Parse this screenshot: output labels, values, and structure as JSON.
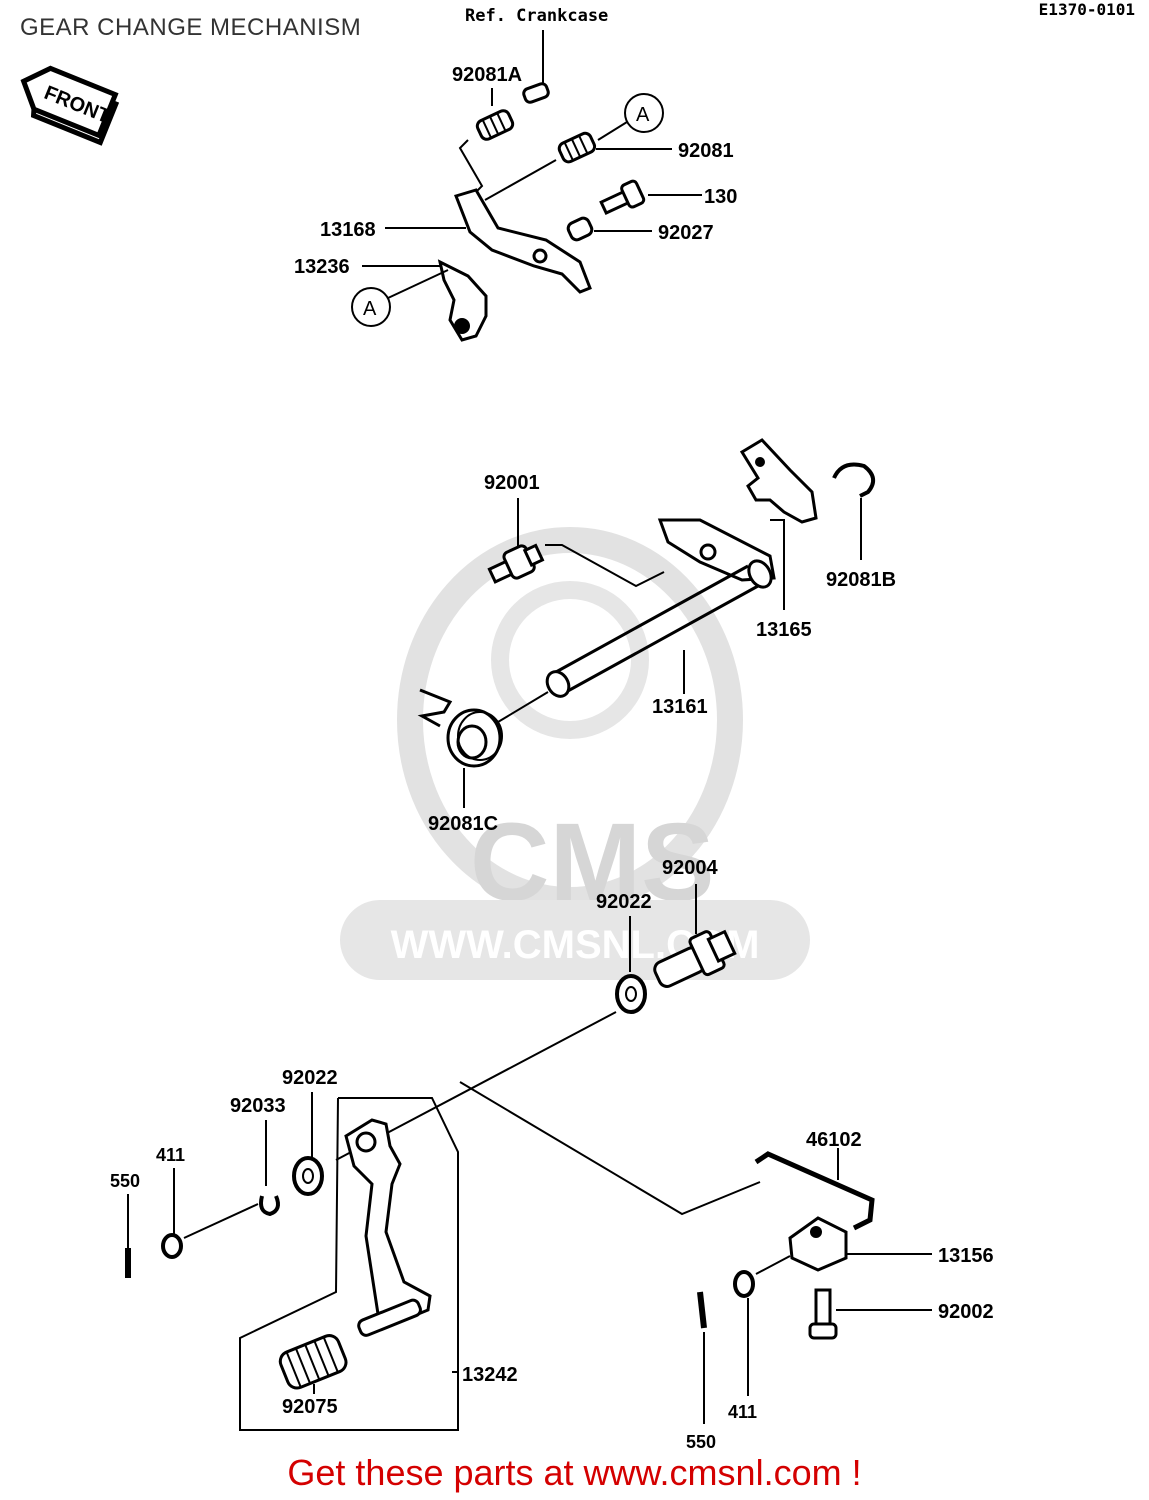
{
  "title": "GEAR CHANGE MECHANISM",
  "diagram_code": "E1370-0101",
  "ref_note": "Ref. Crankcase",
  "front_label": "FRONT",
  "callout_letter": "A",
  "watermark": {
    "brand": "CMS",
    "url": "WWW.CMSNL.COM"
  },
  "footer": "Get these parts at www.cmsnl.com !",
  "parts": {
    "p92081A": "92081A",
    "p92081": "92081",
    "p130": "130",
    "p92027": "92027",
    "p13168": "13168",
    "p13236": "13236",
    "p92001": "92001",
    "p92081B": "92081B",
    "p13165": "13165",
    "p13161": "13161",
    "p92081C": "92081C",
    "p92004": "92004",
    "p92022a": "92022",
    "p92022b": "92022",
    "p92033": "92033",
    "p411a": "411",
    "p550a": "550",
    "p46102": "46102",
    "p13156": "13156",
    "p92002": "92002",
    "p13242": "13242",
    "p92075": "92075",
    "p411b": "411",
    "p550b": "550"
  }
}
